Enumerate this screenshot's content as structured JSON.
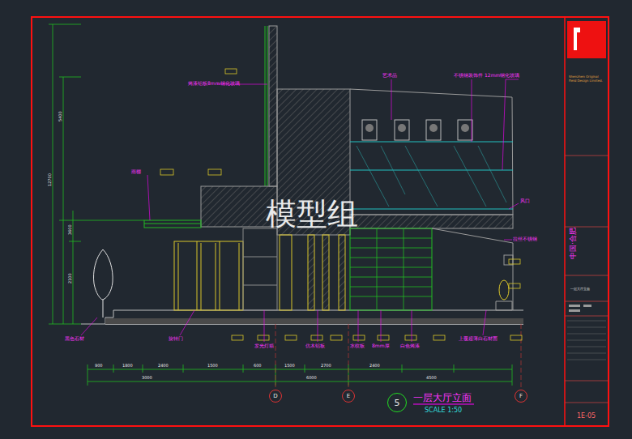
{
  "diagram": {
    "title": "一层大厅立面",
    "caption": "SCALE 1:50",
    "nodes": [
      {
        "text": [
          "5"
        ]
      },
      {
        "text": [
          "D"
        ]
      },
      {
        "text": [
          "E"
        ]
      },
      {
        "text": [
          "F"
        ]
      }
    ],
    "labels": [
      "烤漆铝板8mm钢化玻璃",
      "雨棚",
      "艺术品",
      "不锈钢装饰件",
      "12mm钢化玻璃",
      "风口",
      "拉丝不锈钢",
      "黑色石材",
      "旋转门",
      "发光灯箱",
      "仿木铝板",
      "水纹板",
      "8mm厚",
      "白色烤漆",
      "上覆超薄白石材面",
      "模型组",
      "900",
      "1800",
      "2400",
      "1500",
      "600",
      "1500",
      "2700",
      "2400",
      "3000",
      "6000",
      "4500",
      "12700",
      "5400",
      "3600",
      "2100",
      "Shenzhen Original Field Design Limited.",
      "中国·合肥",
      "一层大厅立面",
      "1E-05"
    ]
  }
}
